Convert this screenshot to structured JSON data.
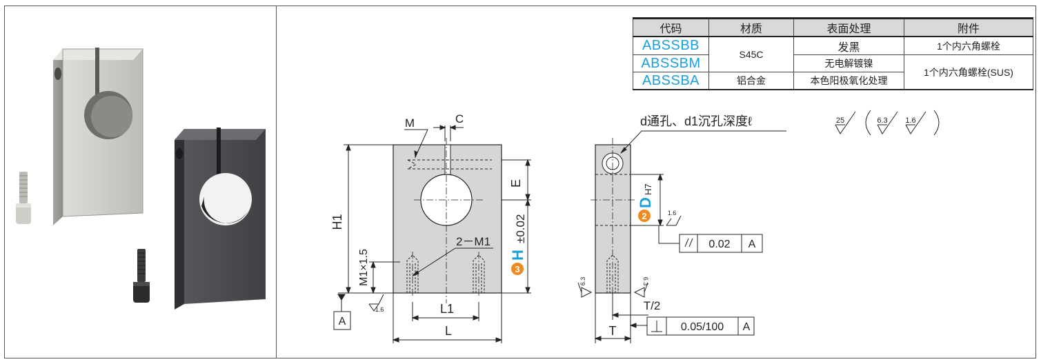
{
  "table": {
    "headers": [
      "代码",
      "材质",
      "表面处理",
      "附件"
    ],
    "rows": [
      {
        "code": "ABSSBB",
        "material": "S45C",
        "surface": "发黑",
        "accessory": "1个内六角螺栓"
      },
      {
        "code": "ABSSBM",
        "material": "",
        "surface": "无电解镀镍",
        "accessory": "1个内六角螺栓(SUS)"
      },
      {
        "code": "ABSSBA",
        "material": "铝合金",
        "surface": "本色阳极氧化处理",
        "accessory": ""
      }
    ]
  },
  "drawing": {
    "labels": {
      "M": "M",
      "C": "C",
      "E": "E",
      "H1": "H1",
      "M1x15": "M1×1.5",
      "two_M1": "2－M1",
      "L1": "L1",
      "L": "L",
      "datum_A": "A",
      "H_marker": "3",
      "H": "H",
      "H_tol": "±0.02",
      "D_marker": "2",
      "D": "D",
      "D_tol": "H7",
      "hole_note": "d通孔、d1沉孔深度ℓ",
      "T_half": "T/2",
      "T": "T",
      "parallel_value": "0.02",
      "parallel_datum": "A",
      "perp_value": "0.05/100",
      "perp_datum": "A"
    },
    "roughness": {
      "general": "25",
      "option1": "6.3",
      "option2": "1.6",
      "bore": "1.6",
      "bottom": "1.6",
      "side_left": "6.3",
      "side_right": "6.3"
    }
  },
  "colors": {
    "accent_blue": "#1aa0d8",
    "marker_orange": "#f08a1e",
    "part_fill": "#d6d6d6"
  }
}
